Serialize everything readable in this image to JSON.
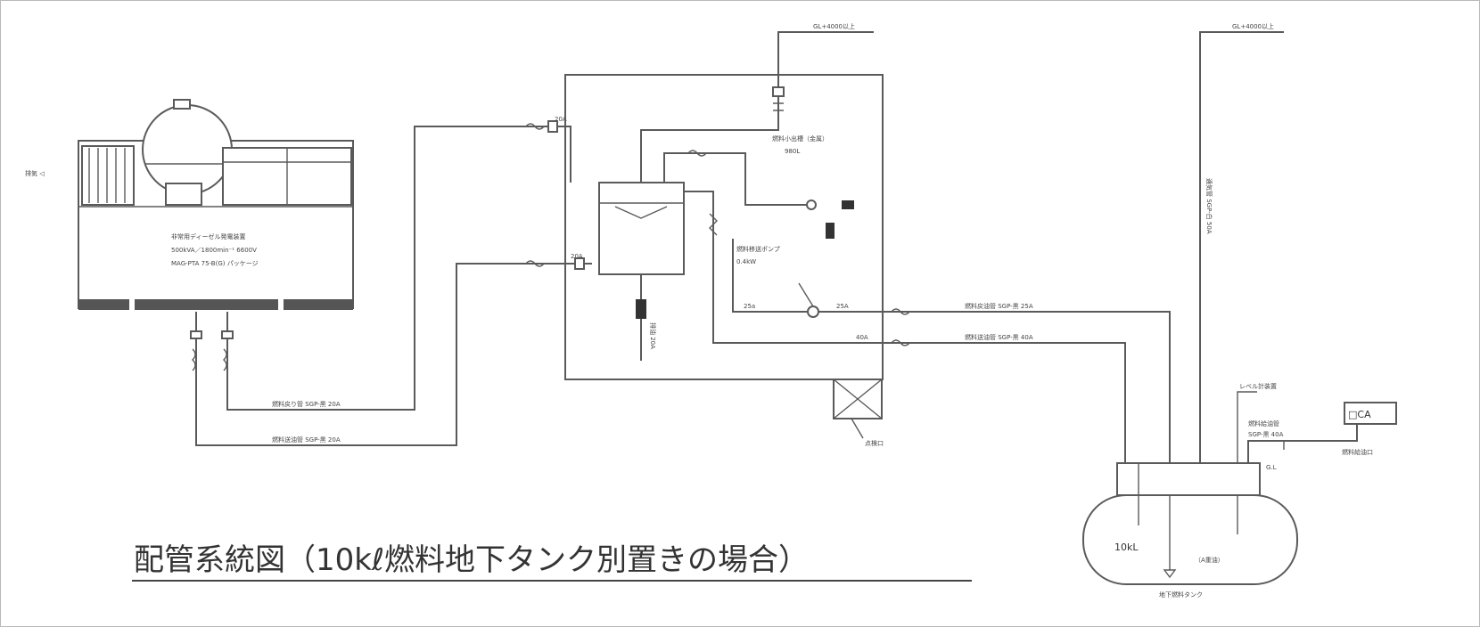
{
  "caption": "配管系統図（10kℓ燃料地下タンク別置きの場合）",
  "generator": {
    "spec_line1": "非常用ディーゼル発電装置",
    "spec_line2": "500kVA／1800min⁻¹ 6600V",
    "spec_line3": "MAG-PTA 75-B(G) パッケージ",
    "exhaust_label": "排気 ◁"
  },
  "service_tank": {
    "fill_label": "燃料小出槽（金属）",
    "capacity": "980L",
    "return_valve": "20A",
    "supply_valve": "20A",
    "drain_label": "排油 20A"
  },
  "vents": {
    "service_vent": "GL+4000以上",
    "main_vent": "GL+4000以上",
    "main_vent_pipe": "通気管 SGP-白 50A"
  },
  "transfer_pump": {
    "label1": "燃料移送ポンプ",
    "label2": "0.4kW"
  },
  "pipes": {
    "gen_return": "燃料戻り管 SGP-黒 20A",
    "gen_supply": "燃料送油管 SGP-黒 20A",
    "return_line": "燃料戻油管 SGP-黒 25A",
    "supply_line": "燃料送油管 SGP-黒 40A",
    "valve_25a_left": "25a",
    "valve_25a_right": "25A",
    "valve_40a": "40A",
    "fill_pipe_label": "燃料給油管",
    "fill_pipe_size": "SGP-黒 40A",
    "gauge_label": "レベル計装置"
  },
  "pit": {
    "label": "点検口"
  },
  "main_tank": {
    "capacity": "10kL",
    "type": "（A重油）",
    "name": "地下燃料タンク",
    "gl_label": "G.L"
  },
  "fill_port": {
    "label": "燃料給油口",
    "box_text": "□CA"
  }
}
